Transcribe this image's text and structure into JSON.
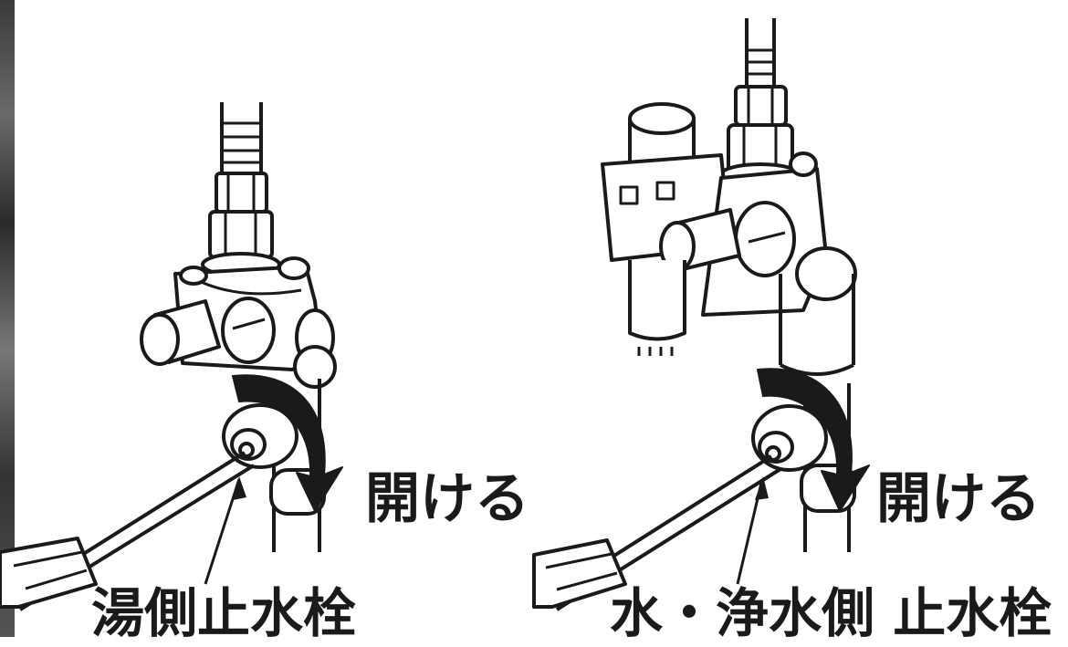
{
  "labels": {
    "open_left": "開ける",
    "open_right": "開ける",
    "hot_valve": "湯側止水栓",
    "water_valve": "水・浄水側 止水栓"
  },
  "colors": {
    "ink": "#1a1a1a",
    "paper": "#ffffff",
    "photo_edge": "#4a4a4a"
  },
  "icons": {
    "left_unit": "mixing-valve-icon",
    "right_unit": "filter-valve-icon",
    "rotation": "rotate-clockwise-arrow-icon",
    "tool": "screwdriver-icon"
  }
}
